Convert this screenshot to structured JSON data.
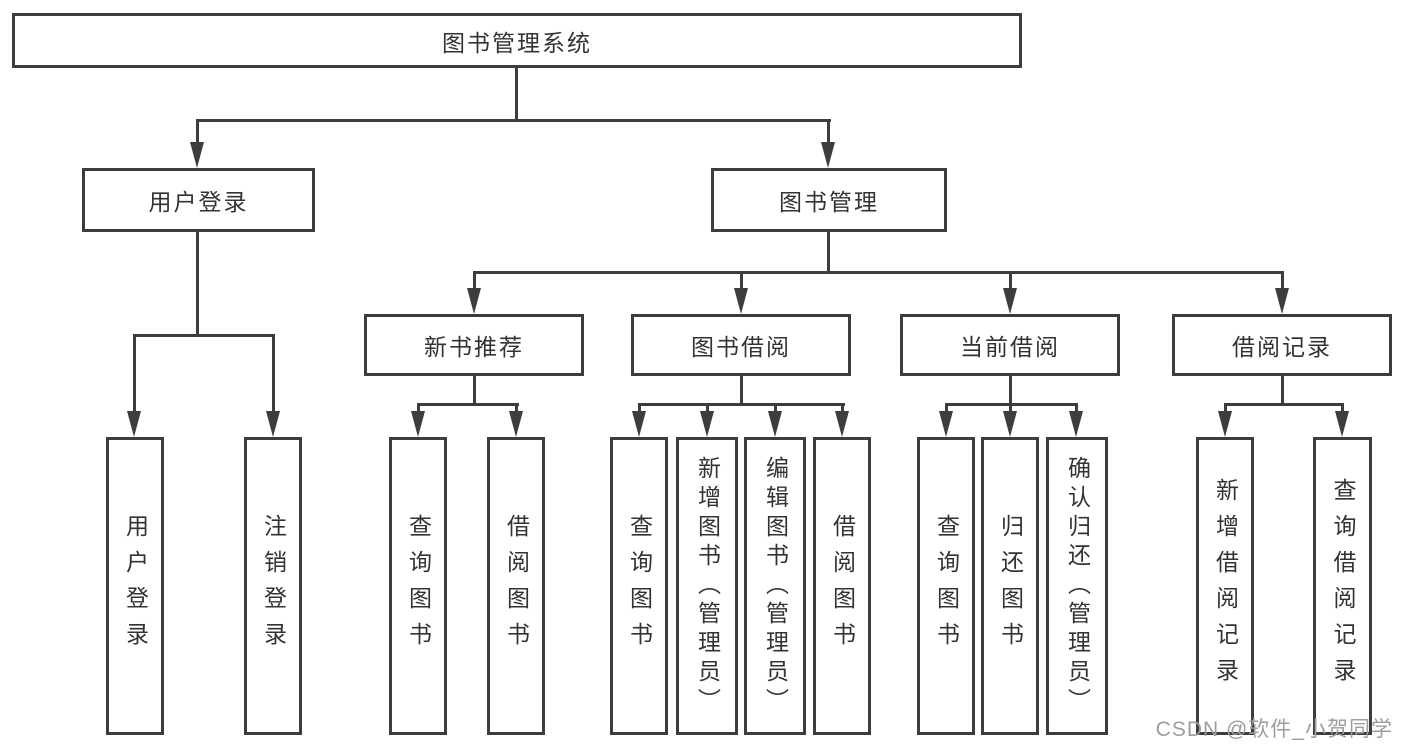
{
  "colors": {
    "line": "#3d3d3d",
    "text": "#333333",
    "watermark": "#9d9d9d",
    "background": "#ffffff"
  },
  "tree": {
    "root": "图书管理系统",
    "level2": [
      {
        "label": "用户登录",
        "children": [
          "用户登录",
          "注销登录"
        ]
      },
      {
        "label": "图书管理"
      }
    ],
    "level3": [
      {
        "label": "新书推荐",
        "children": [
          "查询图书",
          "借阅图书"
        ]
      },
      {
        "label": "图书借阅",
        "children": [
          "查询图书",
          "新增图书（管理员）",
          "编辑图书（管理员）",
          "借阅图书"
        ]
      },
      {
        "label": "当前借阅",
        "children": [
          "查询图书",
          "归还图书",
          "确认归还（管理员）"
        ]
      },
      {
        "label": "借阅记录",
        "children": [
          "新增借阅记录",
          "查询借阅记录"
        ]
      }
    ]
  },
  "watermark": {
    "text": "CSDN @软件_小贺同学"
  }
}
